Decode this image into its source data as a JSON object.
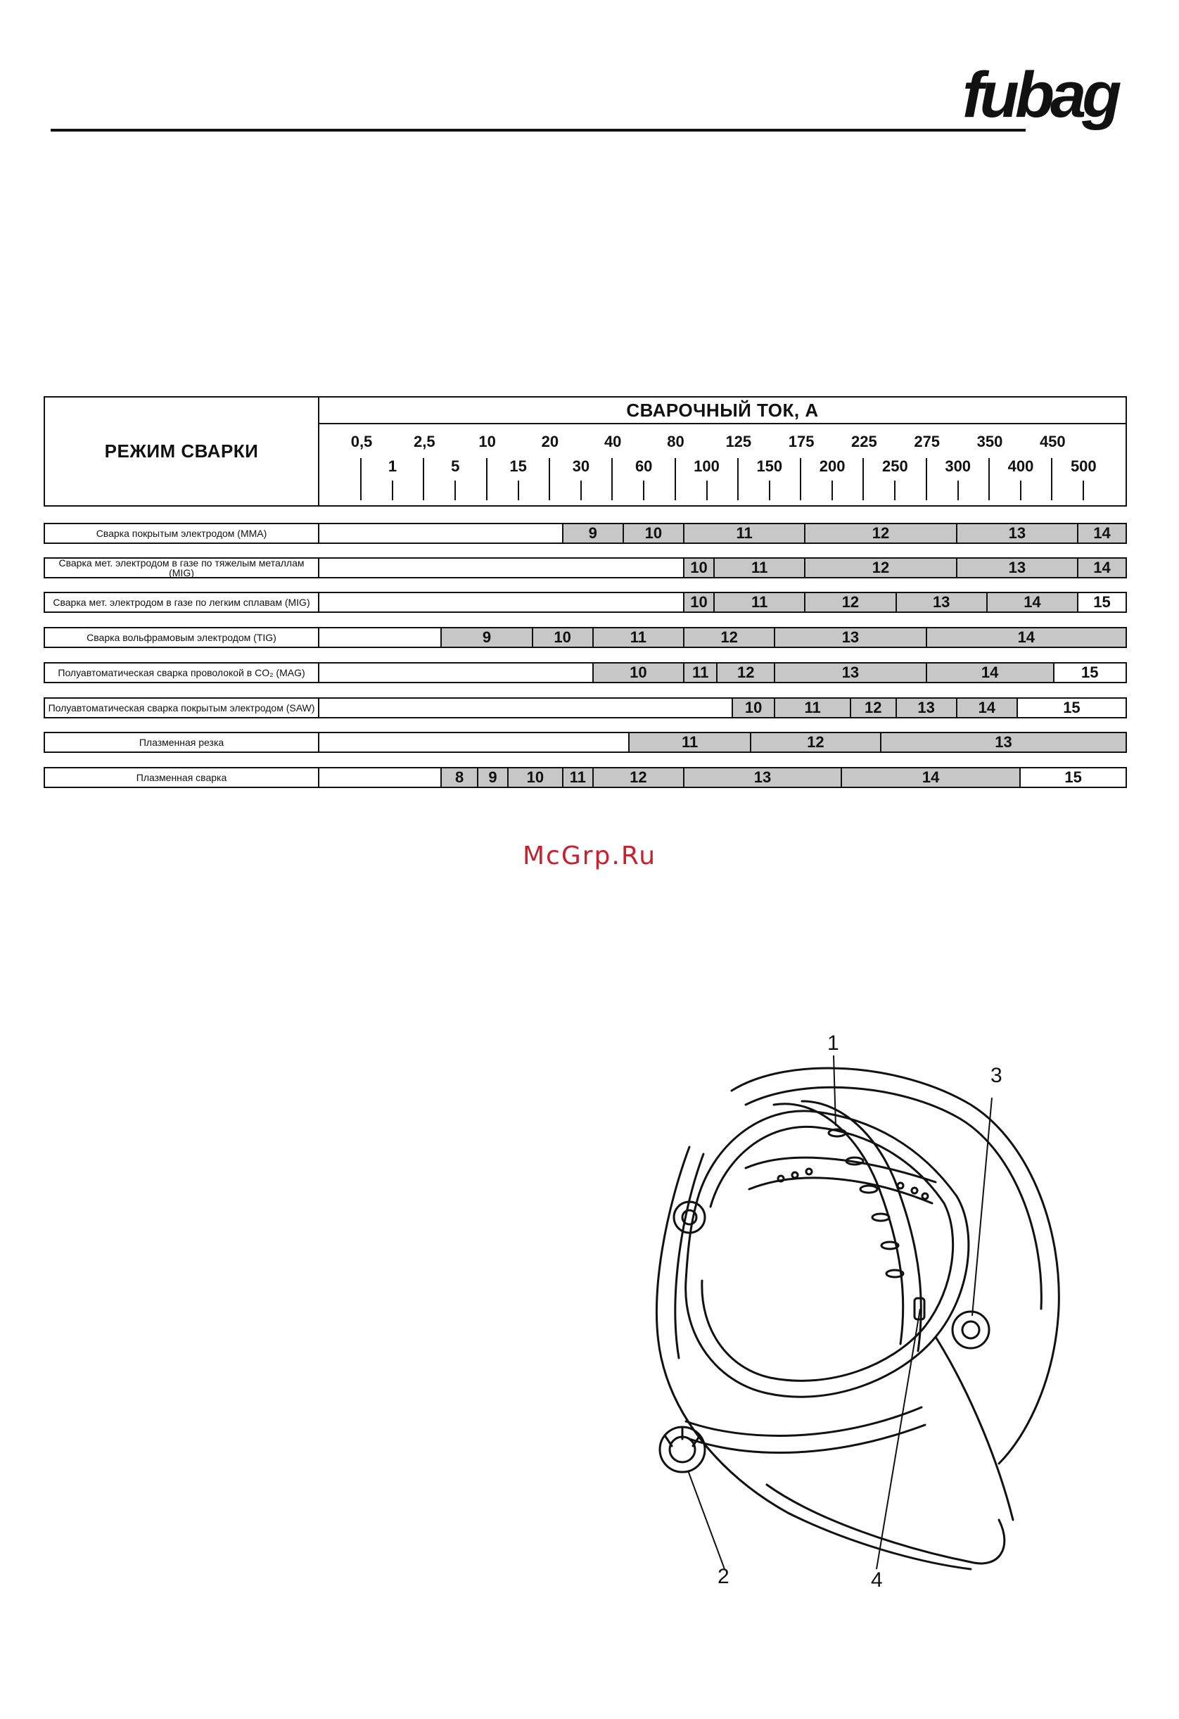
{
  "brand": {
    "logo_text": "fubag"
  },
  "table": {
    "mode_header": "РЕЖИМ СВАРКИ",
    "current_header": "СВАРОЧНЫЙ ТОК, А",
    "scale_top": [
      "0,5",
      "2,5",
      "10",
      "20",
      "40",
      "80",
      "125",
      "175",
      "225",
      "275",
      "350",
      "450"
    ],
    "scale_bottom": [
      "1",
      "5",
      "15",
      "30",
      "60",
      "100",
      "150",
      "200",
      "250",
      "300",
      "400",
      "500"
    ],
    "rows": [
      {
        "label": "Сварка покрытым электродом (MMA)",
        "segments": [
          {
            "text": "",
            "shaded": false,
            "from": 0,
            "to": 8
          },
          {
            "text": "9",
            "shaded": true,
            "from": 8,
            "to": 10
          },
          {
            "text": "10",
            "shaded": true,
            "from": 10,
            "to": 12
          },
          {
            "text": "11",
            "shaded": true,
            "from": 12,
            "to": 16
          },
          {
            "text": "12",
            "shaded": true,
            "from": 16,
            "to": 21
          },
          {
            "text": "13",
            "shaded": true,
            "from": 21,
            "to": 25
          },
          {
            "text": "14",
            "shaded": true,
            "from": 25,
            "to": 26.6
          }
        ]
      },
      {
        "label": "Сварка мет. электродом в газе по тяжелым металлам (MIG)",
        "segments": [
          {
            "text": "",
            "shaded": false,
            "from": 0,
            "to": 12
          },
          {
            "text": "10",
            "shaded": true,
            "from": 12,
            "to": 13
          },
          {
            "text": "11",
            "shaded": true,
            "from": 13,
            "to": 16
          },
          {
            "text": "12",
            "shaded": true,
            "from": 16,
            "to": 21
          },
          {
            "text": "13",
            "shaded": true,
            "from": 21,
            "to": 25
          },
          {
            "text": "14",
            "shaded": true,
            "from": 25,
            "to": 26.6
          }
        ]
      },
      {
        "label": "Сварка мет. электродом в газе по легким сплавам (MIG)",
        "segments": [
          {
            "text": "",
            "shaded": false,
            "from": 0,
            "to": 12
          },
          {
            "text": "10",
            "shaded": true,
            "from": 12,
            "to": 13
          },
          {
            "text": "11",
            "shaded": true,
            "from": 13,
            "to": 16
          },
          {
            "text": "12",
            "shaded": true,
            "from": 16,
            "to": 19
          },
          {
            "text": "13",
            "shaded": true,
            "from": 19,
            "to": 22
          },
          {
            "text": "14",
            "shaded": true,
            "from": 22,
            "to": 25
          },
          {
            "text": "15",
            "shaded": false,
            "from": 25,
            "to": 26.6
          }
        ]
      },
      {
        "label": "Сварка вольфрамовым электродом (TIG)",
        "segments": [
          {
            "text": "",
            "shaded": false,
            "from": 0,
            "to": 4
          },
          {
            "text": "9",
            "shaded": true,
            "from": 4,
            "to": 7
          },
          {
            "text": "10",
            "shaded": true,
            "from": 7,
            "to": 9
          },
          {
            "text": "11",
            "shaded": true,
            "from": 9,
            "to": 12
          },
          {
            "text": "12",
            "shaded": true,
            "from": 12,
            "to": 15
          },
          {
            "text": "13",
            "shaded": true,
            "from": 15,
            "to": 20
          },
          {
            "text": "14",
            "shaded": true,
            "from": 20,
            "to": 26.6
          }
        ]
      },
      {
        "label": "Полуавтоматическая сварка проволокой в CO₂ (MAG)",
        "segments": [
          {
            "text": "",
            "shaded": false,
            "from": 0,
            "to": 9
          },
          {
            "text": "10",
            "shaded": true,
            "from": 9,
            "to": 12
          },
          {
            "text": "11",
            "shaded": true,
            "from": 12,
            "to": 13.1
          },
          {
            "text": "12",
            "shaded": true,
            "from": 13.1,
            "to": 15
          },
          {
            "text": "13",
            "shaded": true,
            "from": 15,
            "to": 20
          },
          {
            "text": "14",
            "shaded": true,
            "from": 20,
            "to": 24.2
          },
          {
            "text": "15",
            "shaded": false,
            "from": 24.2,
            "to": 26.6
          }
        ]
      },
      {
        "label": "Полуавтоматическая сварка покрытым электродом (SAW)",
        "segments": [
          {
            "text": "",
            "shaded": false,
            "from": 0,
            "to": 13.6
          },
          {
            "text": "10",
            "shaded": true,
            "from": 13.6,
            "to": 15
          },
          {
            "text": "11",
            "shaded": true,
            "from": 15,
            "to": 17.5
          },
          {
            "text": "12",
            "shaded": true,
            "from": 17.5,
            "to": 19
          },
          {
            "text": "13",
            "shaded": true,
            "from": 19,
            "to": 21
          },
          {
            "text": "14",
            "shaded": true,
            "from": 21,
            "to": 23
          },
          {
            "text": "15",
            "shaded": false,
            "from": 23,
            "to": 26.6
          }
        ]
      },
      {
        "label": "Плазменная резка",
        "segments": [
          {
            "text": "",
            "shaded": false,
            "from": 0,
            "to": 10.2
          },
          {
            "text": "11",
            "shaded": true,
            "from": 10.2,
            "to": 14.2
          },
          {
            "text": "12",
            "shaded": true,
            "from": 14.2,
            "to": 18.5
          },
          {
            "text": "13",
            "shaded": true,
            "from": 18.5,
            "to": 26.6
          }
        ]
      },
      {
        "label": "Плазменная сварка",
        "segments": [
          {
            "text": "",
            "shaded": false,
            "from": 0,
            "to": 4
          },
          {
            "text": "8",
            "shaded": true,
            "from": 4,
            "to": 5.2
          },
          {
            "text": "9",
            "shaded": true,
            "from": 5.2,
            "to": 6.2
          },
          {
            "text": "10",
            "shaded": true,
            "from": 6.2,
            "to": 8
          },
          {
            "text": "11",
            "shaded": true,
            "from": 8,
            "to": 9
          },
          {
            "text": "12",
            "shaded": true,
            "from": 9,
            "to": 12
          },
          {
            "text": "13",
            "shaded": true,
            "from": 12,
            "to": 17.2
          },
          {
            "text": "14",
            "shaded": true,
            "from": 17.2,
            "to": 23.1
          },
          {
            "text": "15",
            "shaded": false,
            "from": 23.1,
            "to": 26.6
          }
        ]
      }
    ]
  },
  "watermark": "McGrp.Ru",
  "figure": {
    "callouts": [
      "1",
      "2",
      "3",
      "4"
    ]
  },
  "colors": {
    "shade": "#c7c7c7",
    "watermark": "#c8202e"
  }
}
